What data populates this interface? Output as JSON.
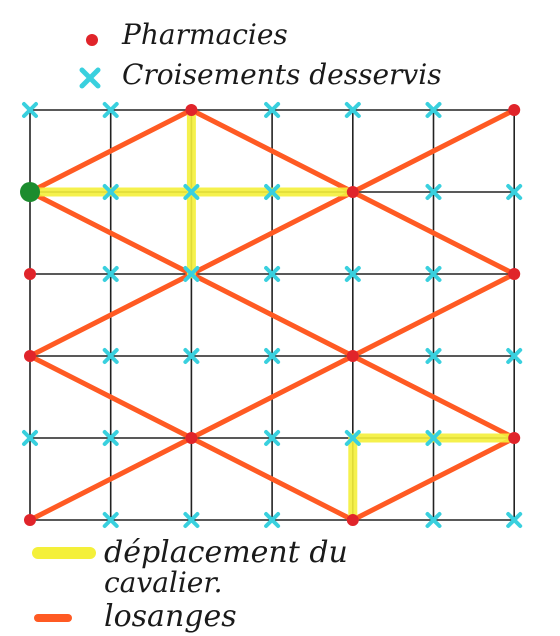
{
  "legend": {
    "pharmacies": {
      "label": "Pharmacies",
      "color": "#e0242a",
      "icon": "red-dot-icon"
    },
    "served": {
      "label": "Croisements desservis",
      "color": "#39d0de",
      "icon": "cyan-cross-icon"
    }
  },
  "bottom_legend": {
    "knight": {
      "label_line1": "déplacement du",
      "label_line2": "cavalier.",
      "color": "#f4f03a"
    },
    "diamond": {
      "label": "losanges",
      "color": "#ff5a23"
    }
  },
  "grid": {
    "columns": 6,
    "rows": 5,
    "line_color": "#222222"
  },
  "pharmacies": [
    [
      0,
      2
    ],
    [
      2,
      0
    ],
    [
      6,
      0
    ],
    [
      4,
      1
    ],
    [
      6,
      2
    ],
    [
      0,
      3
    ],
    [
      4,
      3
    ],
    [
      2,
      4
    ],
    [
      6,
      4
    ],
    [
      0,
      5
    ],
    [
      4,
      5
    ]
  ],
  "start_node": {
    "col": 0,
    "row": 1,
    "color": "#1c8c2e"
  },
  "diamond_edges": [
    [
      [
        0,
        1
      ],
      [
        2,
        0
      ]
    ],
    [
      [
        2,
        0
      ],
      [
        4,
        1
      ]
    ],
    [
      [
        4,
        1
      ],
      [
        6,
        0
      ]
    ],
    [
      [
        0,
        1
      ],
      [
        2,
        2
      ]
    ],
    [
      [
        2,
        2
      ],
      [
        4,
        1
      ]
    ],
    [
      [
        4,
        1
      ],
      [
        6,
        2
      ]
    ],
    [
      [
        0,
        3
      ],
      [
        2,
        2
      ]
    ],
    [
      [
        2,
        2
      ],
      [
        4,
        3
      ]
    ],
    [
      [
        4,
        3
      ],
      [
        6,
        2
      ]
    ],
    [
      [
        0,
        3
      ],
      [
        2,
        4
      ]
    ],
    [
      [
        2,
        4
      ],
      [
        4,
        3
      ]
    ],
    [
      [
        4,
        3
      ],
      [
        6,
        4
      ]
    ],
    [
      [
        0,
        5
      ],
      [
        2,
        4
      ]
    ],
    [
      [
        2,
        4
      ],
      [
        4,
        5
      ]
    ],
    [
      [
        4,
        5
      ],
      [
        6,
        4
      ]
    ]
  ],
  "knight_moves": [
    [
      [
        0,
        1
      ],
      [
        4,
        1
      ]
    ],
    [
      [
        2,
        0
      ],
      [
        2,
        2
      ]
    ],
    [
      [
        4,
        4
      ],
      [
        6,
        4
      ]
    ],
    [
      [
        4,
        4
      ],
      [
        4,
        5
      ]
    ]
  ]
}
